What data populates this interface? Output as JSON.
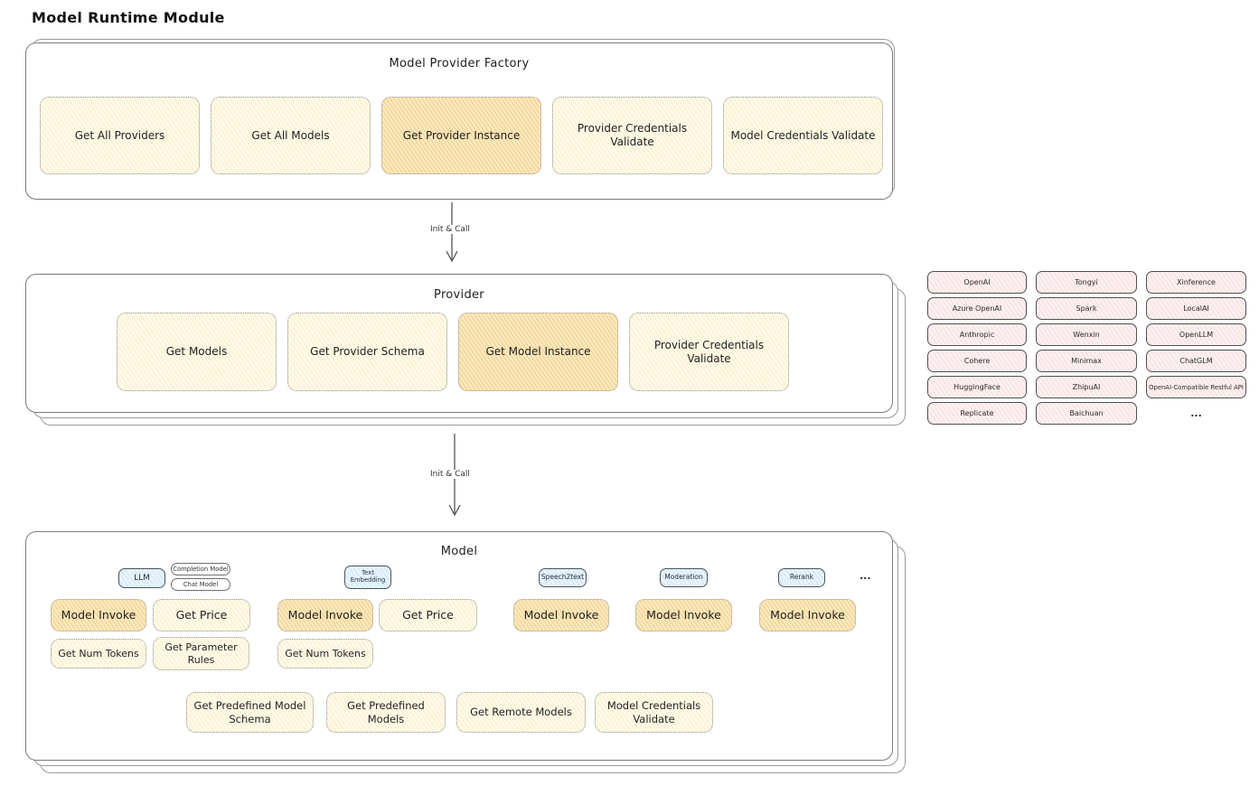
{
  "page_title": "Model Runtime Module",
  "colors": {
    "yellow_fill": "#FFFAE8",
    "highlight_fill": "#F3D28C",
    "pink_fill": "#FDF1F1",
    "blue_fill": "#E8F4FB",
    "border_gray": "#7A7A7A"
  },
  "arrows": {
    "init_call": "Init & Call"
  },
  "factory": {
    "title": "Model Provider Factory",
    "buttons": [
      {
        "label": "Get All Providers",
        "highlighted": false
      },
      {
        "label": "Get All Models",
        "highlighted": false
      },
      {
        "label": "Get Provider Instance",
        "highlighted": true
      },
      {
        "label": "Provider Credentials Validate",
        "highlighted": false
      },
      {
        "label": "Model Credentials Validate",
        "highlighted": false
      }
    ]
  },
  "provider": {
    "title": "Provider",
    "buttons": [
      {
        "label": "Get Models",
        "highlighted": false
      },
      {
        "label": "Get Provider Schema",
        "highlighted": false
      },
      {
        "label": "Get Model Instance",
        "highlighted": true
      },
      {
        "label": "Provider Credentials Validate",
        "highlighted": false
      }
    ]
  },
  "provider_grid": {
    "items": [
      "OpenAI",
      "Tongyi",
      "Xinference",
      "Azure OpenAI",
      "Spark",
      "LocalAI",
      "Anthropic",
      "Wenxin",
      "OpenLLM",
      "Cohere",
      "Minimax",
      "ChatGLM",
      "HuggingFace",
      "ZhipuAI",
      "OpenAI-Compatible Restful API",
      "Replicate",
      "Baichuan",
      "..."
    ]
  },
  "model": {
    "title": "Model",
    "tabs": {
      "llm": "LLM",
      "completion_model": "Completion Model",
      "chat_model": "Chat Model",
      "text_embedding": "Text Embedding",
      "speech2text": "Speech2text",
      "moderation": "Moderation",
      "rerank": "Rerank",
      "more": "..."
    },
    "buttons": {
      "model_invoke": "Model Invoke",
      "get_price": "Get Price",
      "get_num_tokens": "Get Num Tokens",
      "get_parameter_rules": "Get Parameter Rules",
      "get_predefined_model_schema": "Get Predefined Model Schema",
      "get_predefined_models": "Get Predefined Models",
      "get_remote_models": "Get Remote Models",
      "model_credentials_validate": "Model Credentials Validate"
    }
  }
}
